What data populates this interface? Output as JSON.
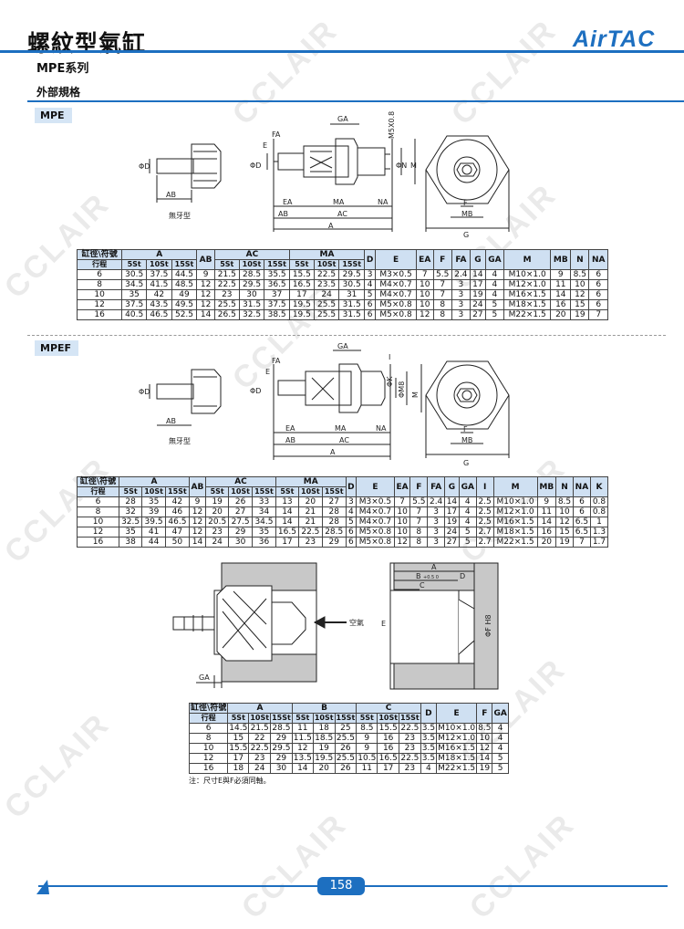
{
  "header": {
    "title": "螺紋型氣缸",
    "series": "MPE系列",
    "logo": "AirTAC",
    "section": "外部規格"
  },
  "watermark": "CCLAIR",
  "mpe": {
    "tag": "MPE",
    "drawing": {
      "no_thread_label": "無牙型",
      "labels": {
        "GA": "GA",
        "FA": "FA",
        "E": "E",
        "D": "ΦD",
        "M5": "M5X0.8",
        "N": "ΦN",
        "M": "M",
        "AB": "AB",
        "EA": "EA",
        "MA": "MA",
        "NA": "NA",
        "AC": "AC",
        "A": "A",
        "F": "F",
        "MB": "MB",
        "G": "G"
      }
    },
    "table": {
      "corner_top": "缸徑\\符號",
      "corner_bottom": "行程",
      "headers": [
        "A",
        "AB",
        "AC",
        "MA",
        "D",
        "E",
        "EA",
        "F",
        "FA",
        "G",
        "GA",
        "M",
        "MB",
        "N",
        "NA"
      ],
      "sub": [
        "5St",
        "10St",
        "15St"
      ],
      "rows": [
        [
          "6",
          "30.5",
          "37.5",
          "44.5",
          "9",
          "21.5",
          "28.5",
          "35.5",
          "15.5",
          "22.5",
          "29.5",
          "3",
          "M3×0.5",
          "7",
          "5.5",
          "2.4",
          "14",
          "4",
          "M10×1.0",
          "9",
          "8.5",
          "6"
        ],
        [
          "8",
          "34.5",
          "41.5",
          "48.5",
          "12",
          "22.5",
          "29.5",
          "36.5",
          "16.5",
          "23.5",
          "30.5",
          "4",
          "M4×0.7",
          "10",
          "7",
          "3",
          "17",
          "4",
          "M12×1.0",
          "11",
          "10",
          "6"
        ],
        [
          "10",
          "35",
          "42",
          "49",
          "12",
          "23",
          "30",
          "37",
          "17",
          "24",
          "31",
          "5",
          "M4×0.7",
          "10",
          "7",
          "3",
          "19",
          "4",
          "M16×1.5",
          "14",
          "12",
          "6"
        ],
        [
          "12",
          "37.5",
          "43.5",
          "49.5",
          "12",
          "25.5",
          "31.5",
          "37.5",
          "19.5",
          "25.5",
          "31.5",
          "6",
          "M5×0.8",
          "10",
          "8",
          "3",
          "24",
          "5",
          "M18×1.5",
          "16",
          "15",
          "6"
        ],
        [
          "16",
          "40.5",
          "46.5",
          "52.5",
          "14",
          "26.5",
          "32.5",
          "38.5",
          "19.5",
          "25.5",
          "31.5",
          "6",
          "M5×0.8",
          "12",
          "8",
          "3",
          "27",
          "5",
          "M22×1.5",
          "20",
          "19",
          "7"
        ]
      ]
    }
  },
  "mpef": {
    "tag": "MPEF",
    "drawing": {
      "no_thread_label": "無牙型",
      "labels": {
        "GA": "GA",
        "FA": "FA",
        "E": "E",
        "D": "ΦD",
        "I": "I",
        "K": "ΦK",
        "M8": "ΦM8",
        "M": "M",
        "AB": "AB",
        "EA": "EA",
        "MA": "MA",
        "NA": "NA",
        "AC": "AC",
        "A": "A",
        "F": "F",
        "MB": "MB",
        "G": "G"
      }
    },
    "table": {
      "corner_top": "缸徑\\符號",
      "corner_bottom": "行程",
      "headers": [
        "A",
        "AB",
        "AC",
        "MA",
        "D",
        "E",
        "EA",
        "F",
        "FA",
        "G",
        "GA",
        "I",
        "M",
        "MB",
        "N",
        "NA",
        "K"
      ],
      "sub": [
        "5St",
        "10St",
        "15St"
      ],
      "rows": [
        [
          "6",
          "28",
          "35",
          "42",
          "9",
          "19",
          "26",
          "33",
          "13",
          "20",
          "27",
          "3",
          "M3×0.5",
          "7",
          "5.5",
          "2.4",
          "14",
          "4",
          "2.5",
          "M10×1.0",
          "9",
          "8.5",
          "6",
          "0.8"
        ],
        [
          "8",
          "32",
          "39",
          "46",
          "12",
          "20",
          "27",
          "34",
          "14",
          "21",
          "28",
          "4",
          "M4×0.7",
          "10",
          "7",
          "3",
          "17",
          "4",
          "2.5",
          "M12×1.0",
          "11",
          "10",
          "6",
          "0.8"
        ],
        [
          "10",
          "32.5",
          "39.5",
          "46.5",
          "12",
          "20.5",
          "27.5",
          "34.5",
          "14",
          "21",
          "28",
          "5",
          "M4×0.7",
          "10",
          "7",
          "3",
          "19",
          "4",
          "2.5",
          "M16×1.5",
          "14",
          "12",
          "6.5",
          "1"
        ],
        [
          "12",
          "35",
          "41",
          "47",
          "12",
          "23",
          "29",
          "35",
          "16.5",
          "22.5",
          "28.5",
          "6",
          "M5×0.8",
          "10",
          "8",
          "3",
          "24",
          "5",
          "2.7",
          "M18×1.5",
          "16",
          "15",
          "6.5",
          "1.3"
        ],
        [
          "16",
          "38",
          "44",
          "50",
          "14",
          "24",
          "30",
          "36",
          "17",
          "23",
          "29",
          "6",
          "M5×0.8",
          "12",
          "8",
          "3",
          "27",
          "5",
          "2.7",
          "M22×1.5",
          "20",
          "19",
          "7",
          "1.7"
        ]
      ]
    }
  },
  "mount": {
    "air_label": "空氣",
    "labels": {
      "GA": "GA",
      "A": "A",
      "B": "B",
      "B_tol": "+0.5 0",
      "C": "C",
      "D": "D",
      "E": "E",
      "F": "ΦF  H8"
    },
    "table": {
      "corner_top": "缸徑\\符號",
      "corner_bottom": "行程",
      "headers": [
        "A",
        "B",
        "C",
        "D",
        "E",
        "F",
        "GA"
      ],
      "sub": [
        "5St",
        "10St",
        "15St"
      ],
      "rows": [
        [
          "6",
          "14.5",
          "21.5",
          "28.5",
          "11",
          "18",
          "25",
          "8.5",
          "15.5",
          "22.5",
          "3.5",
          "M10×1.0",
          "8.5",
          "4"
        ],
        [
          "8",
          "15",
          "22",
          "29",
          "11.5",
          "18.5",
          "25.5",
          "9",
          "16",
          "23",
          "3.5",
          "M12×1.0",
          "10",
          "4"
        ],
        [
          "10",
          "15.5",
          "22.5",
          "29.5",
          "12",
          "19",
          "26",
          "9",
          "16",
          "23",
          "3.5",
          "M16×1.5",
          "12",
          "4"
        ],
        [
          "12",
          "17",
          "23",
          "29",
          "13.5",
          "19.5",
          "25.5",
          "10.5",
          "16.5",
          "22.5",
          "3.5",
          "M18×1.5",
          "14",
          "5"
        ],
        [
          "16",
          "18",
          "24",
          "30",
          "14",
          "20",
          "26",
          "11",
          "17",
          "23",
          "4",
          "M22×1.5",
          "19",
          "5"
        ]
      ]
    },
    "note": "注：尺寸E與F必須同軸。"
  },
  "footer": {
    "page": "158"
  },
  "colors": {
    "accent": "#1d6fc0",
    "header_fill": "#cfe0f2",
    "tag_fill": "#d5e5f5"
  }
}
